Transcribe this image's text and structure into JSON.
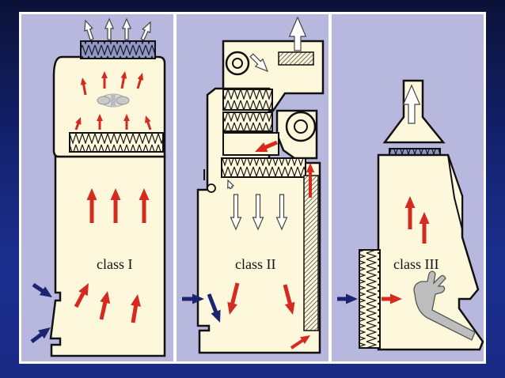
{
  "panels": [
    {
      "label": "class I"
    },
    {
      "label": "class II"
    },
    {
      "label": "class III"
    }
  ],
  "colors": {
    "slide_background": "#13206b",
    "panel_background": "#b8b8de",
    "cabinet_fill": "#fdf8dc",
    "outline": "#111111",
    "inflow_arrow": "#1c2470",
    "airflow_arrow": "#d42a1f",
    "exhaust_arrow_outline": "#444444"
  },
  "icons": {
    "filter": "hepa-filter-icon",
    "fan": "fan-icon",
    "glove": "glove-icon",
    "blower": "blower-icon"
  }
}
